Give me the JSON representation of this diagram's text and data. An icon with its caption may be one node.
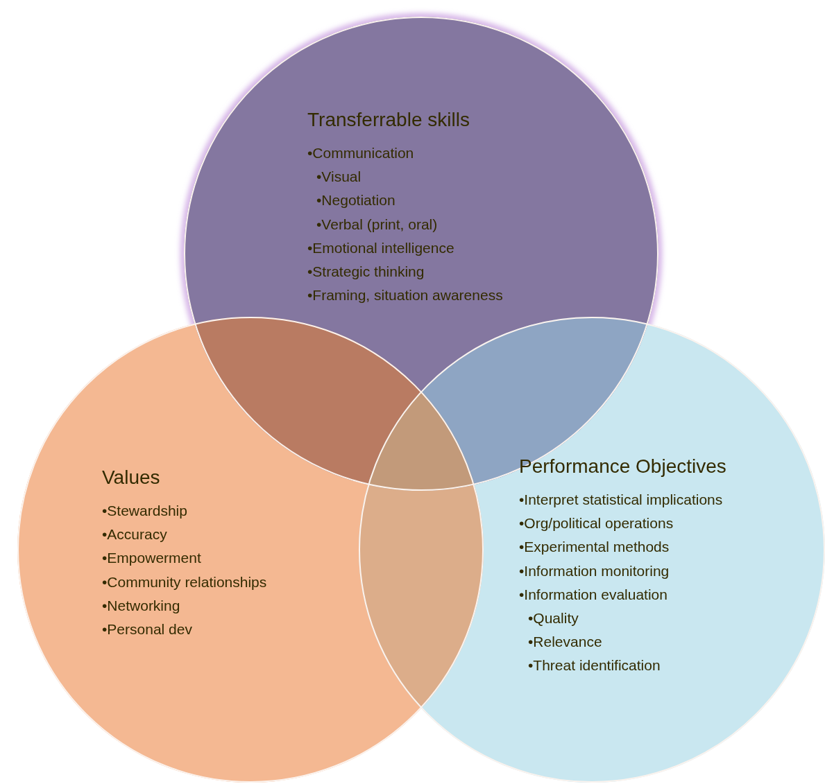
{
  "diagram": {
    "nodes": [
      {
        "text": [
          "Transferrable skills",
          "•Communication",
          "•Visual",
          "•Negotiation",
          "•Verbal (print, oral)",
          "•Emotional intelligence",
          "•Strategic thinking",
          "•Framing, situation awareness"
        ]
      },
      {
        "text": [
          "Values",
          "•Stewardship",
          "•Accuracy",
          "•Empowerment",
          "•Community relationships",
          "•Networking",
          "•Personal dev"
        ]
      },
      {
        "text": [
          "Performance Objectives",
          "•Interpret statistical implications",
          "•Org/political operations",
          "•Experimental methods",
          "•Information monitoring",
          "•Information evaluation",
          "•Quality",
          "•Relevance",
          "•Threat identification"
        ]
      }
    ],
    "edges": []
  }
}
